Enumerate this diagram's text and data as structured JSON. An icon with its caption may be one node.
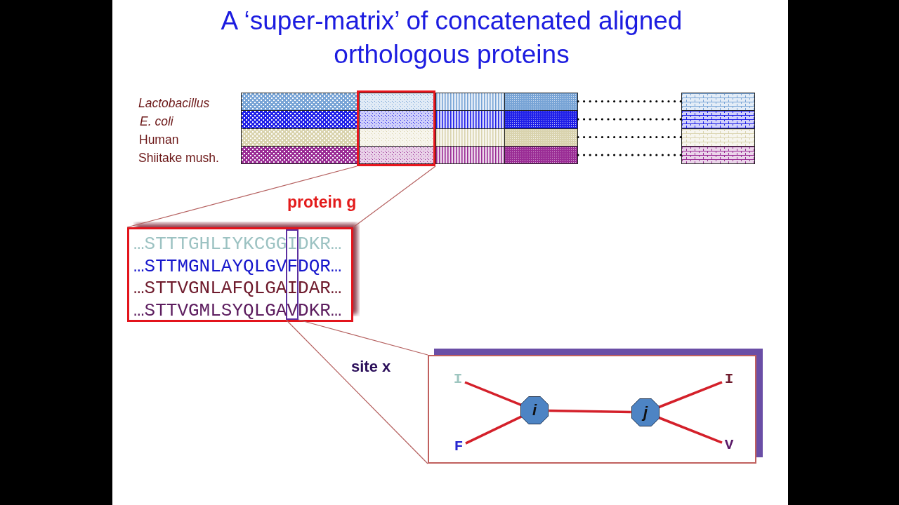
{
  "diagram": {
    "title": "A ‘super-matrix’ of concatenated aligned orthologous proteins",
    "nodes": [
      {
        "text": [],
        "shape": "box"
      },
      {
        "text": [],
        "shape": "box"
      },
      {
        "text": [],
        "shape": "box",
        "in": 0
      },
      {
        "text": [],
        "shape": "box"
      },
      {
        "text": [],
        "shape": "box"
      },
      {
        "text": [],
        "shape": "box"
      },
      {
        "text": [],
        "shape": "box"
      },
      {
        "text": [],
        "shape": "box",
        "in": 0
      },
      {
        "text": [],
        "shape": "box"
      },
      {
        "text": [],
        "shape": "box"
      },
      {
        "text": [],
        "shape": "box"
      },
      {
        "text": [],
        "shape": "box"
      },
      {
        "text": [],
        "shape": "box",
        "in": 0
      },
      {
        "text": [],
        "shape": "box"
      },
      {
        "text": [],
        "shape": "box"
      },
      {
        "text": [],
        "shape": "box"
      },
      {
        "text": [],
        "shape": "box"
      },
      {
        "text": [],
        "shape": "box",
        "in": 0
      },
      {
        "text": [],
        "shape": "box"
      },
      {
        "text": [],
        "shape": "box"
      },
      {
        "text": [],
        "shape": "box"
      },
      {
        "text": [
          "…STTTGHLIYKCGGIDKR…",
          "…STTMGNLAYQLGVFDQR…",
          "…STTVGNLAFQLGAIDAR…",
          "…STTVGMLSYQLGAVDKR…"
        ]
      },
      {
        "text": [],
        "shape": "box",
        "in": 21
      },
      {
        "text": [],
        "shape": "box"
      },
      {
        "text": [
          "I"
        ],
        "in": 23
      },
      {
        "text": [
          "F"
        ],
        "in": 23
      },
      {
        "text": [
          "i"
        ],
        "in": 23
      },
      {
        "text": [
          "j"
        ],
        "in": 23
      },
      {
        "text": [
          "I"
        ],
        "in": 23
      },
      {
        "text": [
          "V"
        ],
        "in": 23
      }
    ],
    "edges": [
      {
        "from": 4,
        "to": 5,
        "arrow": "none",
        "style": "dashed",
        "color": "#000000"
      },
      {
        "from": 9,
        "to": 10,
        "arrow": "none",
        "style": "dashed",
        "color": "#000000"
      },
      {
        "from": 14,
        "to": 15,
        "arrow": "none",
        "style": "dashed",
        "color": "#000000"
      },
      {
        "from": 19,
        "to": 20,
        "arrow": "none",
        "style": "dashed",
        "color": "#000000"
      },
      {
        "from": 0,
        "to": 21,
        "arrow": "none",
        "color": "#b5605f"
      },
      {
        "from": 0,
        "to": 21,
        "arrow": "none",
        "color": "#b5605f"
      },
      {
        "from": 22,
        "to": 23,
        "arrow": "none",
        "color": "#b5605f"
      },
      {
        "from": 22,
        "to": 23,
        "arrow": "none",
        "color": "#b5605f"
      },
      {
        "from": 24,
        "to": 26,
        "arrow": "none"
      },
      {
        "from": 25,
        "to": 26,
        "arrow": "none"
      },
      {
        "from": 26,
        "to": 27,
        "arrow": "none"
      },
      {
        "from": 27,
        "to": 28,
        "arrow": "none"
      },
      {
        "from": 27,
        "to": 29,
        "arrow": "none"
      }
    ],
    "labels": [
      "Lactobacillus",
      "E. coli",
      "Human",
      "Shiitake mush.",
      "protein g",
      "site x"
    ]
  }
}
